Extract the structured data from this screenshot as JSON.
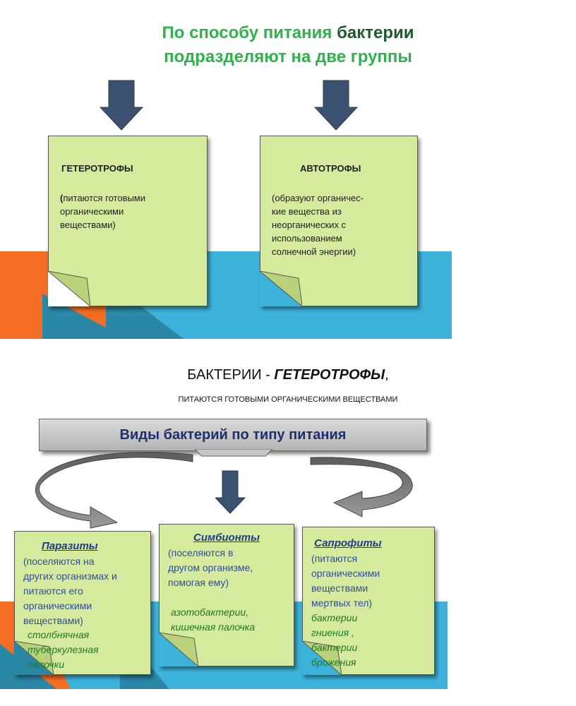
{
  "header": {
    "line1_part1": "По способу питания",
    "line1_part2": "бактерии",
    "line2": "подразделяют на две группы"
  },
  "cards_top": [
    {
      "title": "ГЕТЕРОТРОФЫ",
      "text_prefix": "(",
      "text": "питаются готовыми\nорганическими\nвеществами)"
    },
    {
      "title": "АВТОТРОФЫ",
      "text": "(образуют органичес-\nкие вещества из\nнеорганических с\nиспользованием\nсолнечной энергии)"
    }
  ],
  "section2": {
    "title_prefix": "БАКТЕРИИ - ",
    "title_emphasis": "ГЕТЕРОТРОФЫ",
    "title_suffix": ",",
    "subtitle": "ПИТАЮТСЯ ГОТОВЫМИ ОРГАНИЧЕСКИМИ  ВЕЩЕСТВАМИ",
    "banner": "Виды бактерий по типу питания"
  },
  "cards_bottom": [
    {
      "title": "Паразиты",
      "text": "(поселяются на\nдругих организмах и\nпитаются его\nорганическими\nвеществами)",
      "examples": "столбнячная\n    туберкулезная\n        палочки"
    },
    {
      "title": "Симбионты",
      "text": "(поселяются в\nдругом организме,\nпомогая ему)",
      "examples": "азотобактерии,\nкишечная  палочка"
    },
    {
      "title": "Сапрофиты",
      "text": "(питаются\nорганическими\nвеществами\nмертвых тел)",
      "examples": "    бактерии\nгниения ,\n      бактерии\n      брожения"
    }
  ],
  "colors": {
    "headline_green": "#2fb14b",
    "card_fill": "#d5ea9c",
    "arrow_navy": "#3a5170",
    "band_orange": "#f46d22",
    "band_blue": "#3db3dc",
    "banner_text": "#1f2f6b"
  }
}
